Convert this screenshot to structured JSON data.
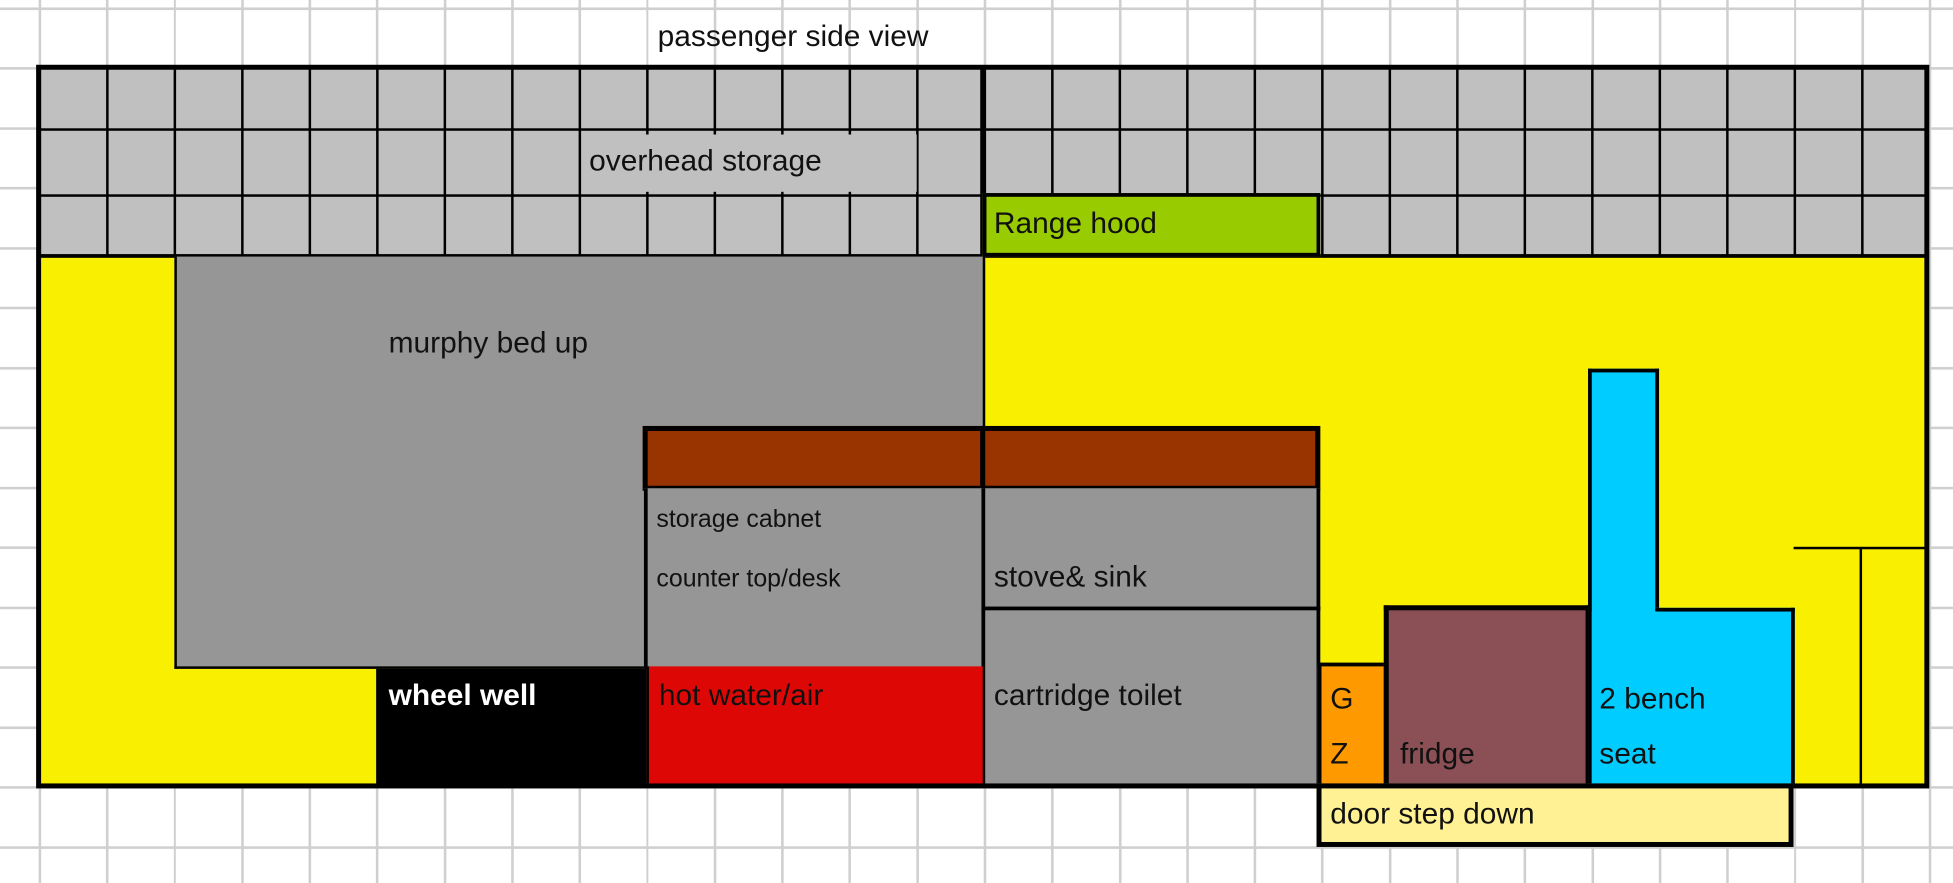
{
  "title": "passenger side view",
  "labels": {
    "overhead_storage": "overhead storage",
    "range_hood": "Range hood",
    "murphy_bed": "murphy bed up",
    "storage_cabinet": "storage cabnet",
    "counter_top": "counter top/desk",
    "stove_sink": "stove& sink",
    "wheel_well": "wheel well",
    "hot_water": "hot water/air",
    "toilet": "cartridge toilet",
    "gz_top": "G",
    "gz_bottom": "Z",
    "fridge": "fridge",
    "bench_line1": "2 bench",
    "bench_line2": "seat",
    "door_step": "door step down"
  },
  "colors": {
    "wall": "#f8f000",
    "overhead": "#c0c0c0",
    "gray_block": "#969696",
    "range_hood": "#99cc00",
    "counter": "#993300",
    "hot_water": "#dd0806",
    "wheel_well": "#000000",
    "gz": "#ff9900",
    "fridge": "#8b5055",
    "bench": "#00ccff",
    "door_step": "#fff194"
  }
}
